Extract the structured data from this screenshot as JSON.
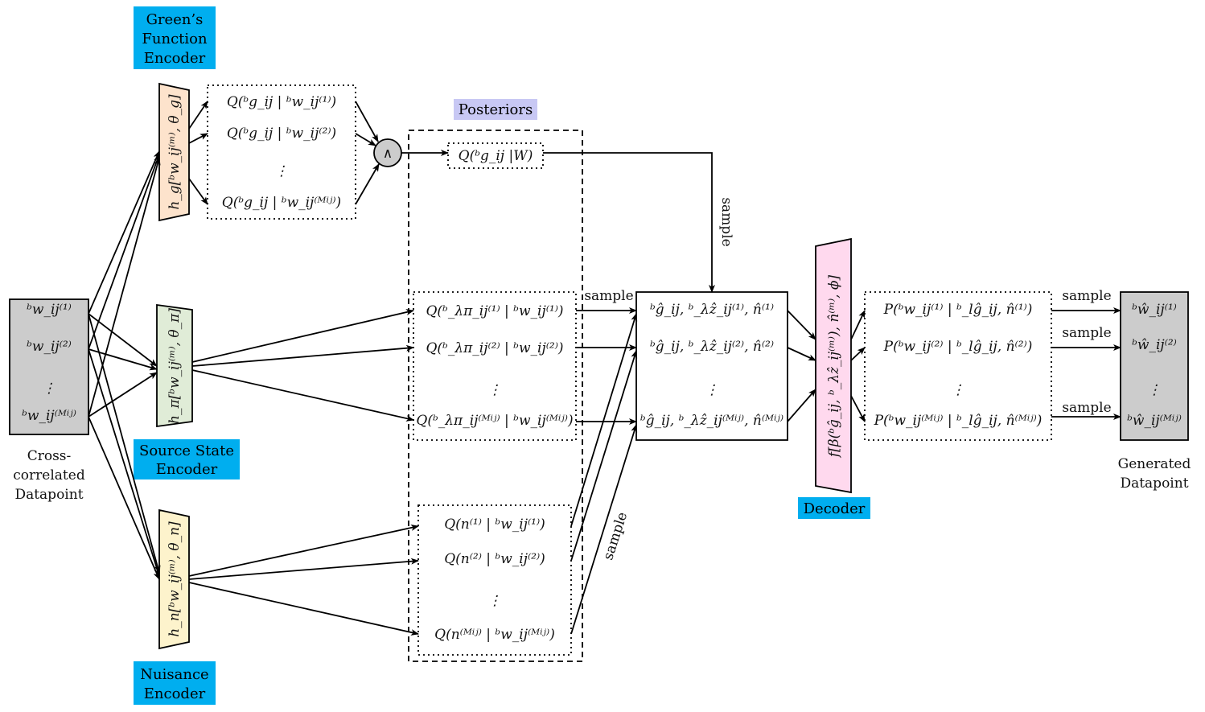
{
  "tags": {
    "green_encoder": [
      "Green’s",
      "Function",
      "Encoder"
    ],
    "source_encoder": [
      "Source State",
      "Encoder"
    ],
    "nuisance_encoder": [
      "Nuisance",
      "Encoder"
    ],
    "posteriors": "Posteriors",
    "decoder": "Decoder"
  },
  "input_block": {
    "rows": [
      "ᵇw_ij⁽¹⁾",
      "ᵇw_ij⁽²⁾",
      "⋮",
      "ᵇw_ij⁽ᴹⁱʲ⁾"
    ],
    "caption": [
      "Cross-",
      "correlated",
      "Datapoint"
    ]
  },
  "encoders": {
    "green": "h_g[ᵇw_ij⁽ᵐ⁾, θ_g]",
    "source": "h_π[ᵇw_ij⁽ᵐ⁾, θ_π]",
    "nuisance": "h_n[ᵇw_ij⁽ᵐ⁾, θ_n]"
  },
  "green_posteriors": [
    "Q(ᵇg_ij | ᵇw_ij⁽¹⁾)",
    "Q(ᵇg_ij | ᵇw_ij⁽²⁾)",
    "⋮",
    "Q(ᵇg_ij | ᵇw_ij⁽ᴹⁱʲ⁾)"
  ],
  "and_node": "∧",
  "combined_posterior": "Q(ᵇg_ij |W)",
  "source_posteriors": [
    "Q(ᵇ_λπ_ij⁽¹⁾ | ᵇw_ij⁽¹⁾)",
    "Q(ᵇ_λπ_ij⁽²⁾ | ᵇw_ij⁽²⁾)",
    "⋮",
    "Q(ᵇ_λπ_ij⁽ᴹⁱʲ⁾ | ᵇw_ij⁽ᴹⁱʲ⁾)"
  ],
  "nuisance_posteriors": [
    "Q(n⁽¹⁾ | ᵇw_ij⁽¹⁾)",
    "Q(n⁽²⁾ | ᵇw_ij⁽²⁾)",
    "⋮",
    "Q(n⁽ᴹⁱʲ⁾ | ᵇw_ij⁽ᴹⁱʲ⁾)"
  ],
  "samples_block": [
    "ᵇĝ_ij, ᵇ_λẑ_ij⁽¹⁾, n̂⁽¹⁾",
    "ᵇĝ_ij, ᵇ_λẑ_ij⁽²⁾, n̂⁽²⁾",
    "⋮",
    "ᵇĝ_ij, ᵇ_λẑ_ij⁽ᴹⁱʲ⁾, n̂⁽ᴹⁱʲ⁾"
  ],
  "decoder_fn": "f[β(ᵇĝ_ij, ᵇ_λẑ_ij⁽ᵐ⁾), n̂⁽ᵐ⁾, ϕ]",
  "likelihoods": [
    "P(ᵇw_ij⁽¹⁾ | ᵇ_lĝ_ij, n̂⁽¹⁾)",
    "P(ᵇw_ij⁽²⁾ | ᵇ_lĝ_ij, n̂⁽²⁾)",
    "⋮",
    "P(ᵇw_ij⁽ᴹⁱʲ⁾ | ᵇ_lĝ_ij, n̂⁽ᴹⁱʲ⁾)"
  ],
  "output_block": {
    "rows": [
      "ᵇŵ_ij⁽¹⁾",
      "ᵇŵ_ij⁽²⁾",
      "⋮",
      "ᵇŵ_ij⁽ᴹⁱʲ⁾"
    ],
    "caption": [
      "Generated",
      "Datapoint"
    ]
  },
  "edge_labels": {
    "sample": "sample"
  },
  "colors": {
    "tag_blue": "#00aeef",
    "tag_lavender": "#c8c8f4",
    "block_grey": "#cccccc",
    "green_encoder_fill": "#fde3cc",
    "source_encoder_fill": "#e0ecd7",
    "nuisance_encoder_fill": "#fdf3cc",
    "decoder_fill": "#ffd9ee"
  }
}
